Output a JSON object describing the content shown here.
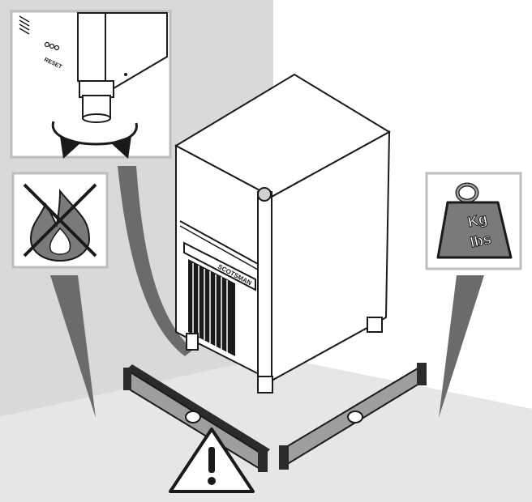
{
  "illustration": {
    "brand_label": "SCOTSMAN",
    "reset_label": "RESET",
    "weight_units": [
      "Kg",
      "lbs"
    ],
    "colors": {
      "wall": "#d9d9d9",
      "floor": "#e6e6e6",
      "outline": "#1a1a1a",
      "appliance_body": "#ffffff",
      "appliance_grille": "#1a1a1a",
      "pallet": "#9e9e9e",
      "pallet_end": "#2b2b2b",
      "pointer": "#6b6b6b",
      "weight_icon": "#7a7a7a",
      "panel_border": "#bdbdbd"
    },
    "icons": [
      "leveling-foot-detail",
      "no-fire-icon",
      "weight-icon",
      "warning-icon"
    ]
  }
}
